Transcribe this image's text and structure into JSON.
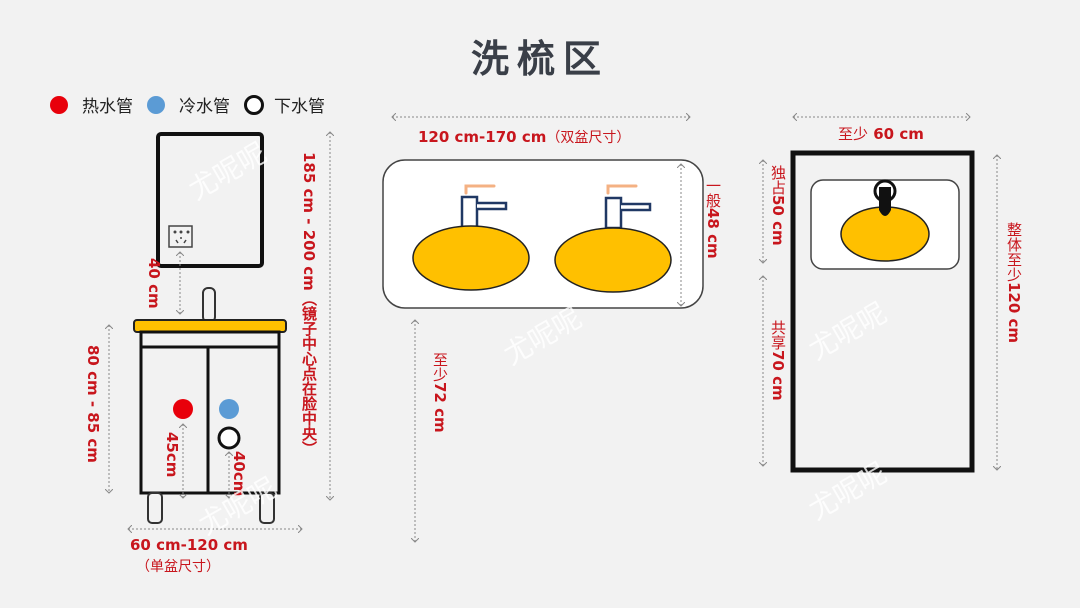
{
  "title": "洗梳区",
  "legend": [
    {
      "label": "热水管",
      "color": "#e8000b",
      "icon": "hot-water-pipe-dot"
    },
    {
      "label": "冷水管",
      "color": "#5b9bd5",
      "icon": "cold-water-pipe-dot"
    },
    {
      "label": "下水管",
      "color": "#ffffff",
      "icon": "drain-pipe-ring"
    }
  ],
  "single_basin": {
    "mirror_height": "185 cm - 200 cm（镜子中心点在脸中央）",
    "socket_height": "40 cm",
    "cabinet_height": "80 cm - 85 cm",
    "hot_pipe_height": "45cm",
    "drain_height": "40cm",
    "width": "60 cm-120 cm",
    "width_note": "（单盆尺寸）"
  },
  "double_basin": {
    "width": "120 cm-170 cm",
    "width_note": "（双盆尺寸）",
    "depth_prefix": "一般",
    "depth": "48 cm",
    "clearance_prefix": "至少",
    "clearance": "72 cm"
  },
  "layout": {
    "width_prefix": "至少",
    "width": "60 cm",
    "private_prefix": "独占",
    "private": "50 cm",
    "shared_prefix": "共享",
    "shared": "70 cm",
    "total_prefix": "整体至少",
    "total": "120 cm"
  },
  "watermark": "尤呢呢",
  "colors": {
    "accent": "#c8161d",
    "basin": "#ffc000",
    "faucet": "#203864",
    "handle": "#f4b183",
    "background": "#f2f2f2"
  }
}
